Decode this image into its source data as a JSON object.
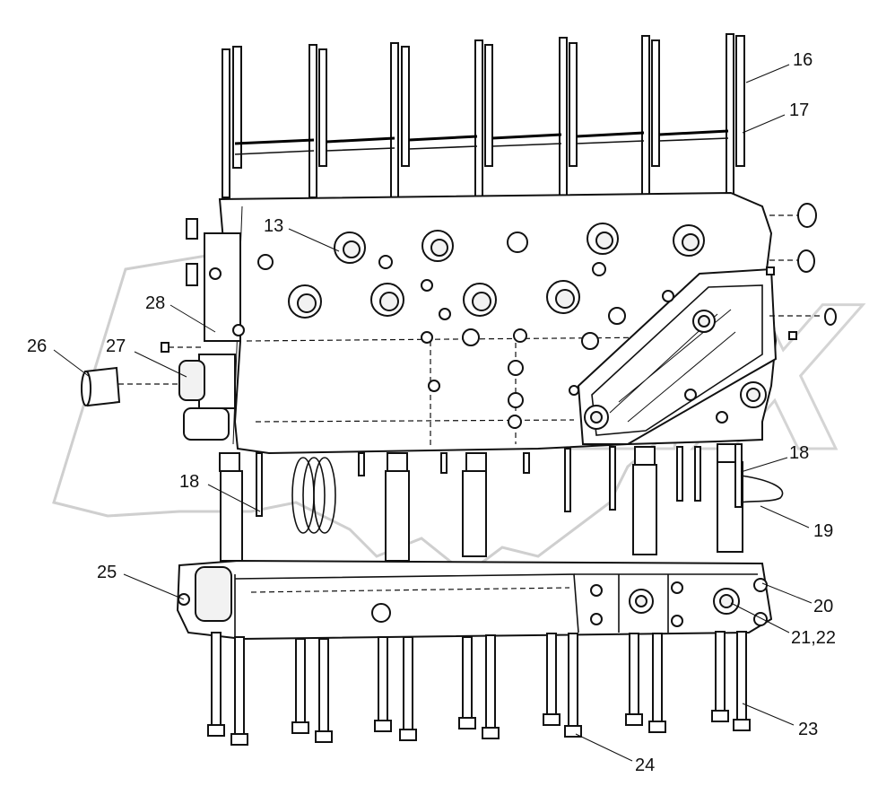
{
  "watermark": {
    "text": "OPEX"
  },
  "callouts": [
    {
      "id": "c16",
      "label": "16"
    },
    {
      "id": "c17",
      "label": "17"
    },
    {
      "id": "c13",
      "label": "13"
    },
    {
      "id": "c28",
      "label": "28"
    },
    {
      "id": "c26",
      "label": "26"
    },
    {
      "id": "c27",
      "label": "27"
    },
    {
      "id": "c18a",
      "label": "18"
    },
    {
      "id": "c18b",
      "label": "18"
    },
    {
      "id": "c19",
      "label": "19"
    },
    {
      "id": "c25",
      "label": "25"
    },
    {
      "id": "c20",
      "label": "20"
    },
    {
      "id": "c2122",
      "label": "21,22"
    },
    {
      "id": "c23",
      "label": "23"
    },
    {
      "id": "c24",
      "label": "24"
    }
  ]
}
